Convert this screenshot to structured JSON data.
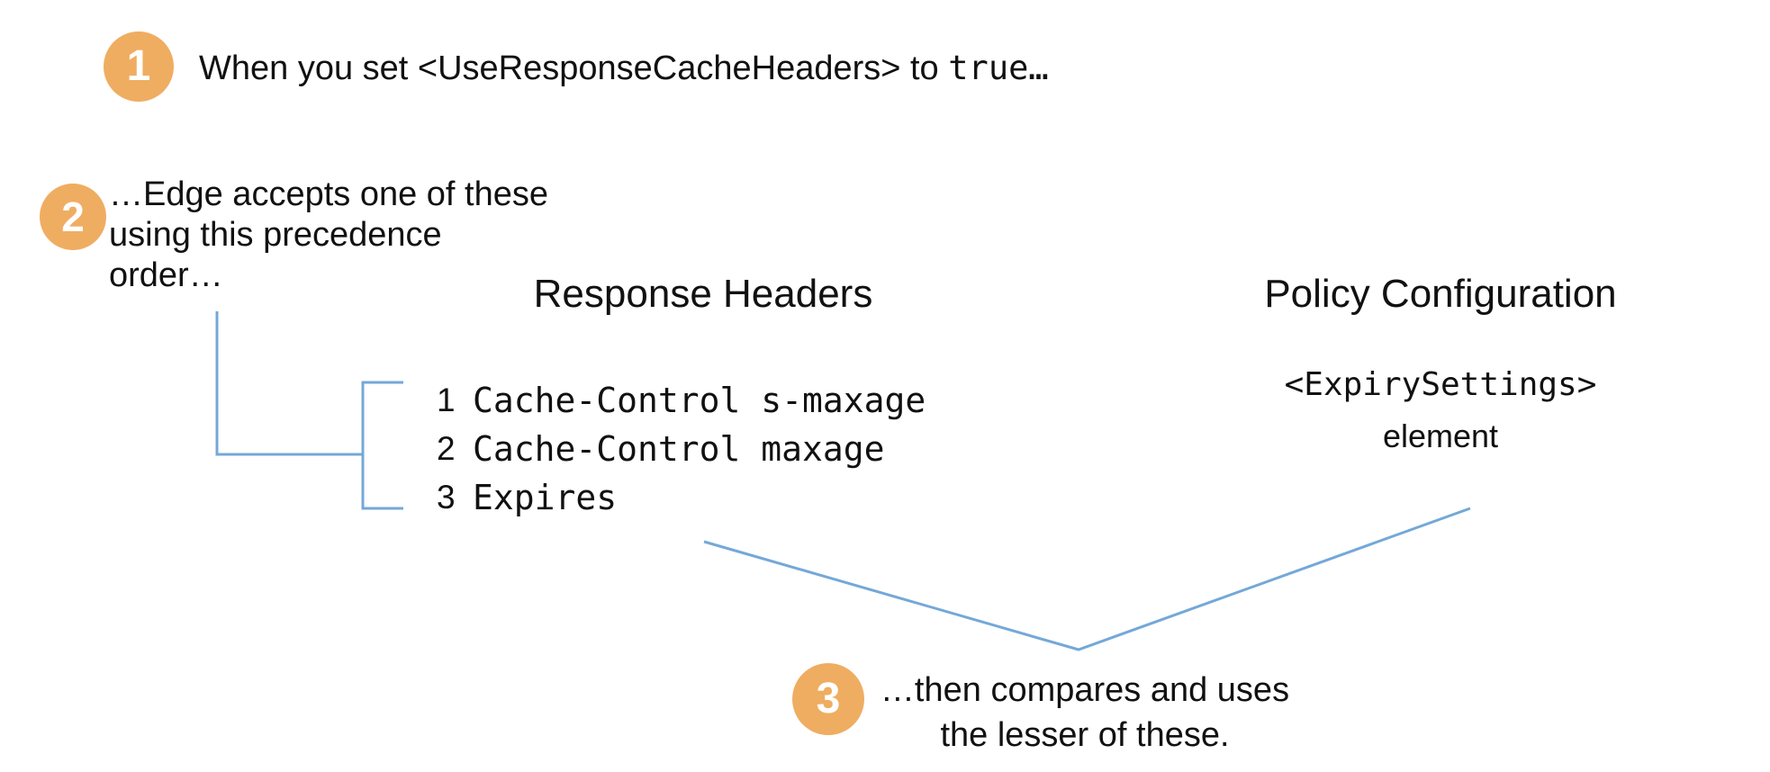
{
  "colors": {
    "accent_orange": "#EFAD61",
    "line_blue": "#74A8D8",
    "text_color": "#111111"
  },
  "steps": [
    {
      "badge": "1",
      "text_prefix": "When you set <UseResponseCacheHeaders> to ",
      "code": "true",
      "text_suffix": "…"
    },
    {
      "badge": "2",
      "lines": [
        "…Edge accepts one of these",
        "using this precedence",
        "order…"
      ]
    },
    {
      "badge": "3",
      "lines": [
        "…then compares and uses",
        "the lesser of these."
      ]
    }
  ],
  "response_headers": {
    "title": "Response Headers",
    "items": [
      {
        "rank": "1",
        "code": "Cache-Control s-maxage"
      },
      {
        "rank": "2",
        "code": "Cache-Control maxage"
      },
      {
        "rank": "3",
        "code": "Expires"
      }
    ]
  },
  "policy_configuration": {
    "title": "Policy Configuration",
    "code": "<ExpirySettings>",
    "subtitle": "element"
  }
}
